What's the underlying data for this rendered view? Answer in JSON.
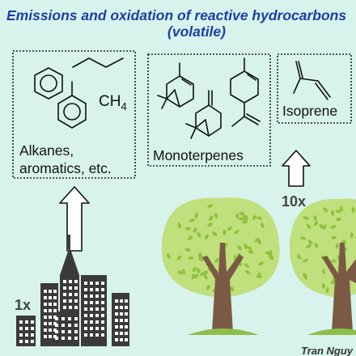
{
  "title": {
    "line1": "Emissions and oxidation of reactive hydrocarbons",
    "line2": "(volatile)"
  },
  "boxes": {
    "anthropogenic": {
      "methane_label": "CH",
      "methane_subscript": "4",
      "line1": "Alkanes,",
      "line2": "aromatics, etc."
    },
    "monoterpenes": {
      "label": "Monoterpenes"
    },
    "isoprene": {
      "label": "Isoprene"
    }
  },
  "multipliers": {
    "city": "1x",
    "trees": "10x"
  },
  "credit": "Tran Nguy",
  "colors": {
    "background": "#d8f3ec",
    "title": "#1c3ea6",
    "canopy": "#bfe07c",
    "canopy_dots": "#8fc23c",
    "trunk": "#7a5a45",
    "grass": "#8bbf4a",
    "buildings": "#3a3a3c",
    "windows": "#ffffff"
  }
}
